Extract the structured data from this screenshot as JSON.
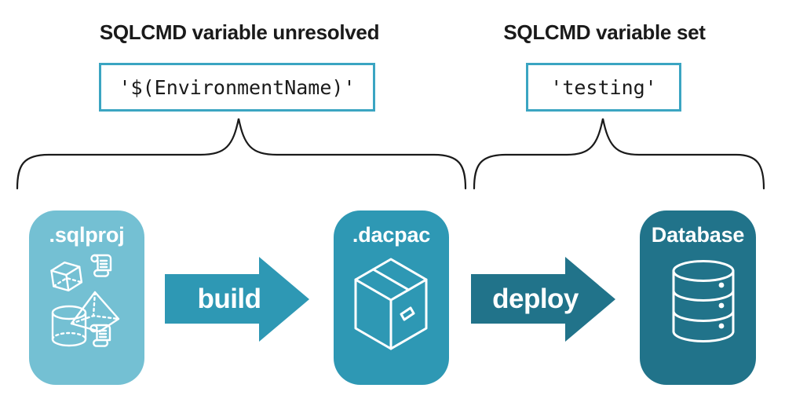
{
  "titles": {
    "left": "SQLCMD variable unresolved",
    "right": "SQLCMD variable set"
  },
  "values": {
    "unresolved": "'$(EnvironmentName)'",
    "resolved": "'testing'"
  },
  "stages": [
    {
      "label": ".sqlproj",
      "icon": "sql-objects-and-scripts-icon",
      "color": "#74C0D3"
    },
    {
      "label": ".dacpac",
      "icon": "package-box-icon",
      "color": "#2E98B4"
    },
    {
      "label": "Database",
      "icon": "database-cylinder-icon",
      "color": "#21738A"
    }
  ],
  "arrows": [
    {
      "label": "build",
      "color": "#2E98B4"
    },
    {
      "label": "deploy",
      "color": "#21738A"
    }
  ],
  "colors": {
    "background": "#FFFFFF",
    "heading_text": "#1A1A1A",
    "code_text": "#1A1A1A",
    "code_box_border": "#3BA5C2",
    "brace_stroke": "#1A1A1A",
    "icon_stroke": "#FFFFFF"
  }
}
